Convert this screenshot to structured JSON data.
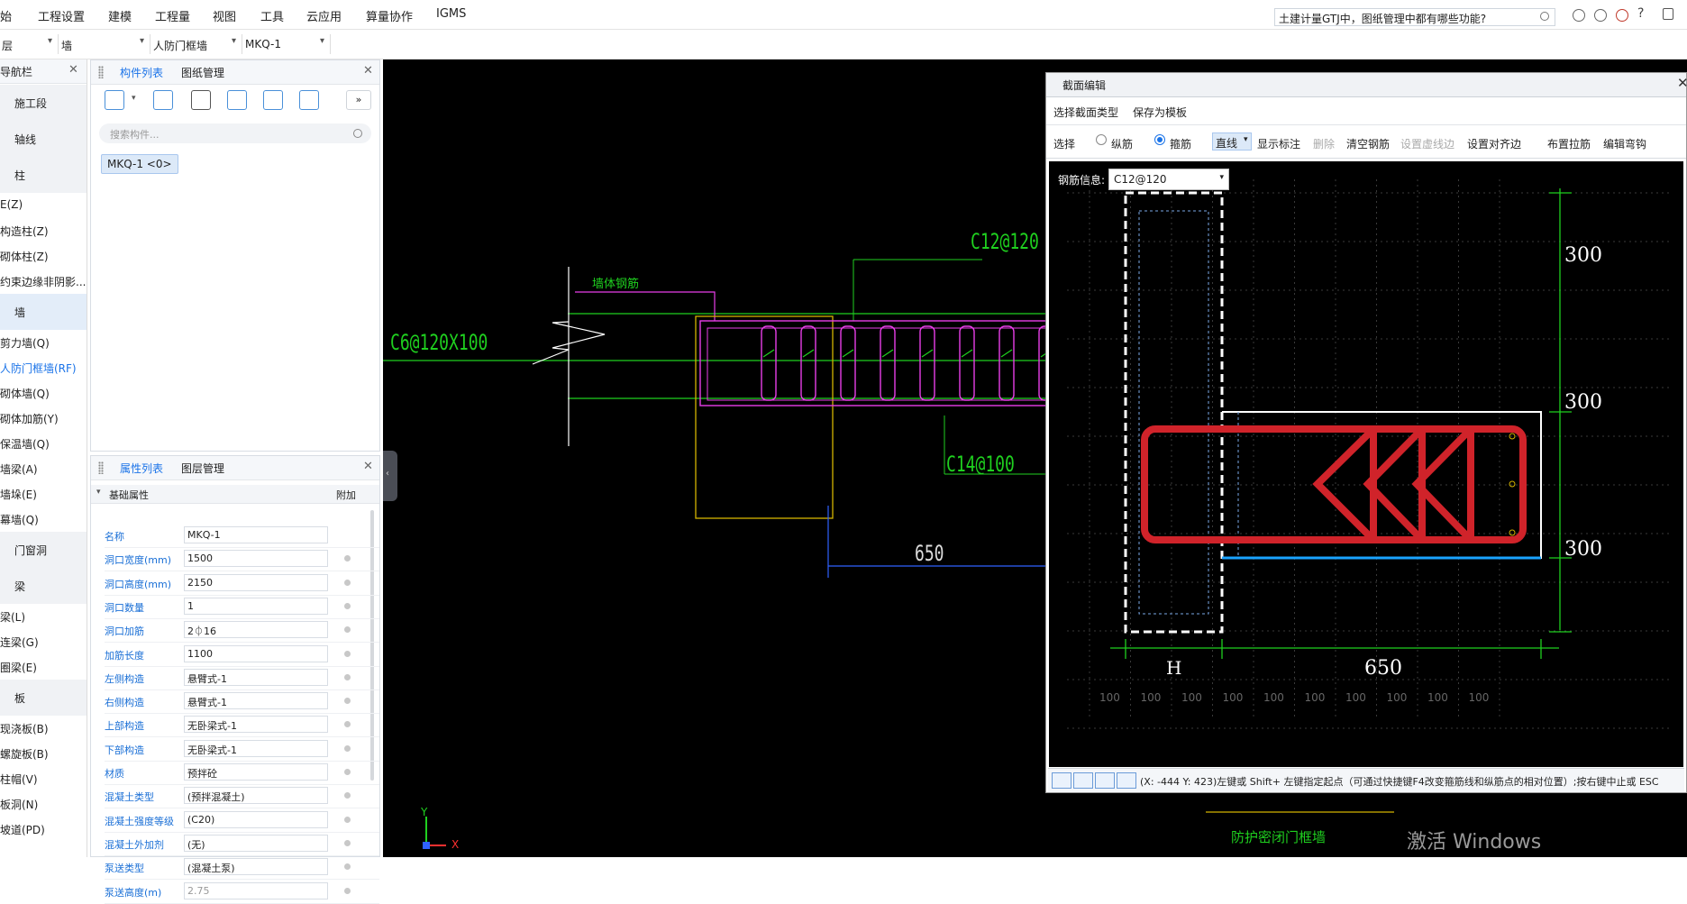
{
  "menu": [
    "始",
    "工程设置",
    "建模",
    "工程量",
    "视图",
    "工具",
    "云应用",
    "算量协作",
    "IGMS"
  ],
  "help_search": {
    "text": "土建计量GTJ中，图纸管理中都有哪些功能?"
  },
  "top_icons": [
    "user-icon",
    "headset-icon",
    "cloud-icon",
    "help-icon",
    "shirt-icon"
  ],
  "help_label": "?",
  "filter": {
    "floor": "层",
    "category": "墙",
    "type": "人防门框墙",
    "component": "MKQ-1"
  },
  "nav": {
    "title": "导航栏",
    "items": [
      {
        "label": "施工段",
        "group": true
      },
      {
        "label": "轴线",
        "group": true
      },
      {
        "label": "柱",
        "group": true
      },
      {
        "label": "E(Z)"
      },
      {
        "label": "构造柱(Z)"
      },
      {
        "label": "砌体柱(Z)"
      },
      {
        "label": "约束边缘非阴影..."
      },
      {
        "label": "墙",
        "group": true,
        "selected": true
      },
      {
        "label": "剪力墙(Q)"
      },
      {
        "label": "人防门框墙(RF)",
        "active": true
      },
      {
        "label": "砌体墙(Q)"
      },
      {
        "label": "砌体加筋(Y)"
      },
      {
        "label": "保温墙(Q)"
      },
      {
        "label": "墙梁(A)"
      },
      {
        "label": "墙垛(E)"
      },
      {
        "label": "幕墙(Q)"
      },
      {
        "label": "门窗洞",
        "group": true
      },
      {
        "label": "梁",
        "group": true
      },
      {
        "label": "梁(L)"
      },
      {
        "label": "连梁(G)"
      },
      {
        "label": "圈梁(E)"
      },
      {
        "label": "板",
        "group": true
      },
      {
        "label": "现浇板(B)"
      },
      {
        "label": "螺旋板(B)"
      },
      {
        "label": "柱帽(V)"
      },
      {
        "label": "板洞(N)"
      },
      {
        "label": "坡道(PD)"
      }
    ]
  },
  "component_panel": {
    "tabs": [
      "构件列表",
      "图纸管理"
    ],
    "search_placeholder": "搜索构件...",
    "item": "MKQ-1 <0>"
  },
  "property_panel": {
    "tabs": [
      "属性列表",
      "图层管理"
    ],
    "section": "基础属性",
    "extra_col": "附加",
    "rows": [
      {
        "name": "名称",
        "value": "MKQ-1"
      },
      {
        "name": "洞口宽度(mm)",
        "value": "1500"
      },
      {
        "name": "洞口高度(mm)",
        "value": "2150"
      },
      {
        "name": "洞口数量",
        "value": "1"
      },
      {
        "name": "洞口加筋",
        "value": "2⏀16"
      },
      {
        "name": "加筋长度",
        "value": "1100"
      },
      {
        "name": "左侧构造",
        "value": "悬臂式-1"
      },
      {
        "name": "右侧构造",
        "value": "悬臂式-1"
      },
      {
        "name": "上部构造",
        "value": "无卧梁式-1"
      },
      {
        "name": "下部构造",
        "value": "无卧梁式-1"
      },
      {
        "name": "材质",
        "value": "预拌砼"
      },
      {
        "name": "混凝土类型",
        "value": "(预拌混凝土)"
      },
      {
        "name": "混凝土强度等级",
        "value": "(C20)"
      },
      {
        "name": "混凝土外加剂",
        "value": "(无)"
      },
      {
        "name": "泵送类型",
        "value": "(混凝土泵)"
      },
      {
        "name": "泵送高度(m)",
        "value": "2.75"
      }
    ]
  },
  "cad": {
    "label_wall_rebar": "墙体钢筋",
    "label_c6": "C6@120X100",
    "label_c12": "C12@120",
    "label_c14": "C14@100",
    "dim_650": "650",
    "axis_y": "Y",
    "axis_x": "X",
    "bottom_label": "防护密闭门框墙",
    "watermark": "激活 Windows"
  },
  "section_editor": {
    "title": "截面编辑",
    "toolbar1": [
      "选择截面类型",
      "保存为模板"
    ],
    "toolbar2": {
      "select": "选择",
      "radio_long": "纵筋",
      "radio_stirrup": "箍筋",
      "line_mode": "直线",
      "buttons": [
        {
          "label": "显示标注"
        },
        {
          "label": "删除",
          "disabled": true
        },
        {
          "label": "清空钢筋"
        },
        {
          "label": "设置虚线边",
          "disabled": true
        },
        {
          "label": "设置对齐边"
        },
        {
          "label": "布置拉筋"
        },
        {
          "label": "编辑弯钩"
        }
      ]
    },
    "rebar_info_label": "钢筋信息:",
    "rebar_info_value": "C12@120",
    "dims": {
      "right": [
        "300",
        "300",
        "300"
      ],
      "bottom_h": "H",
      "bottom_650": "650"
    },
    "grid_labels": [
      "100",
      "100",
      "100",
      "100",
      "100",
      "100",
      "100",
      "100",
      "100",
      "100"
    ],
    "status_text": "(X: -444 Y: 423)左键或 Shift+ 左键指定起点（可通过快捷键F4改变箍筋线和纵筋点的相对位置）;按右键中止或 ESC"
  }
}
